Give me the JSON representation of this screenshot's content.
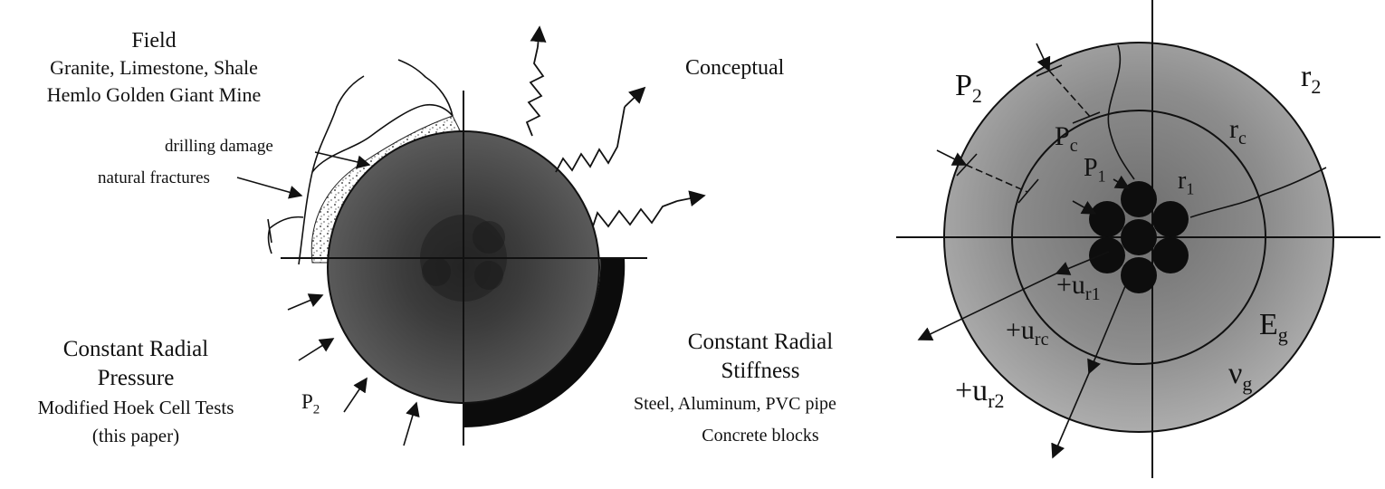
{
  "left": {
    "field": {
      "heading": "Field",
      "line1": "Granite, Limestone, Shale",
      "line2": "Hemlo Golden Giant Mine"
    },
    "conceptual": "Conceptual",
    "drilling_damage": "drilling damage",
    "natural_fractures": "natural fractures",
    "pressure": {
      "heading1": "Constant Radial",
      "heading2": "Pressure",
      "line1": "Modified Hoek Cell Tests",
      "line2": "(this paper)"
    },
    "stiffness": {
      "heading1": "Constant Radial",
      "heading2": "Stiffness",
      "line1": "Steel, Aluminum, PVC pipe",
      "line2": "Concrete blocks"
    },
    "p2_main": "P",
    "p2_sub": "2"
  },
  "right": {
    "P2_main": "P",
    "P2_sub": "2",
    "Pc_main": "P",
    "Pc_sub": "c",
    "P1_main": "P",
    "P1_sub": "1",
    "r2_main": "r",
    "r2_sub": "2",
    "rc_main": "r",
    "rc_sub": "c",
    "r1_main": "r",
    "r1_sub": "1",
    "ur1_main": "+u",
    "ur1_sub": "r1",
    "urc_main": "+u",
    "urc_sub": "rc",
    "ur2_main": "+u",
    "ur2_sub": "r2",
    "Eg_main": "E",
    "Eg_sub": "g",
    "vg_main": "ν",
    "vg_sub": "g"
  },
  "colors": {
    "dark_fill": "#3a3a3a",
    "mid_fill": "#7a7a7a",
    "light_fill": "#b5b5b5",
    "ink": "#111111"
  }
}
